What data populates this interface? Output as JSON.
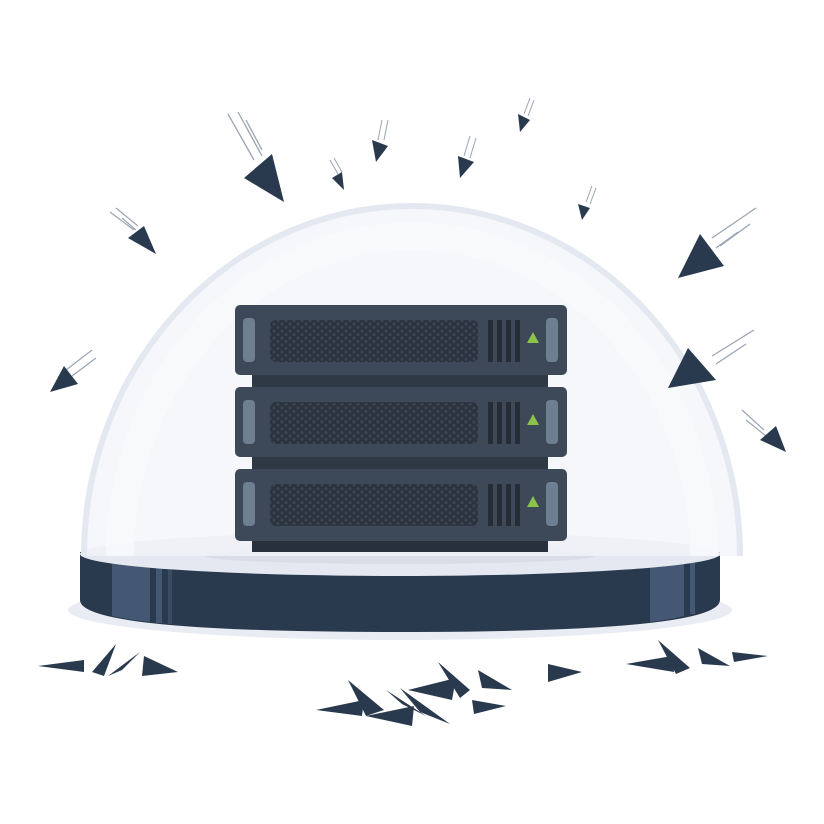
{
  "illustration": {
    "subject": "server-rack-under-glass-dome",
    "server_units": 3,
    "status_indicator": "up-arrow",
    "colors": {
      "dark_navy": "#2a3a4e",
      "panel": "#3d4858",
      "panel_dark": "#2f3845",
      "handle": "#6f7f92",
      "led_green": "#8bc34a",
      "dome_fill": "#eef1f7",
      "dome_stroke": "#e4e8f1",
      "base_top": "#e5e8f0",
      "base_stripe": "#445873",
      "motion_line": "#9aa4b4"
    }
  }
}
